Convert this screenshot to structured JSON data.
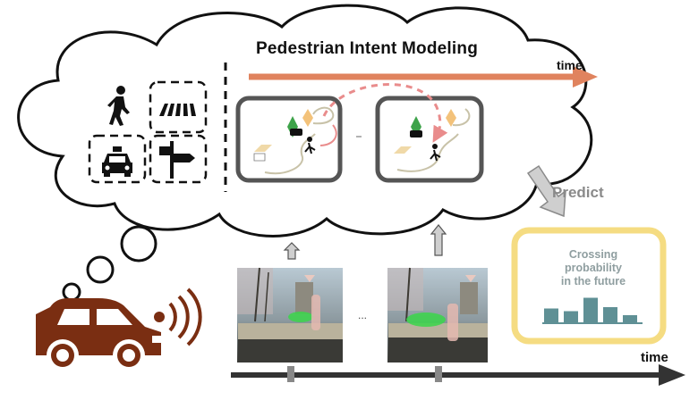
{
  "title": "Pedestrian Intent Modeling",
  "time_label_top": "time",
  "time_label_bottom": "time",
  "predict_label": "Predict",
  "ellipsis": "...",
  "result_box": {
    "text_line1": "Crossing",
    "text_line2": "probability",
    "text_line3": "in the future",
    "bar_levels": [
      0.55,
      0.45,
      0.95,
      0.6,
      0.3
    ]
  },
  "colors": {
    "time_arrow": "#e0835e",
    "bottom_axis": "#333333",
    "car": "#7a2e12",
    "result_border": "#f5dc82",
    "bars": "#5f9095",
    "frame_border": "#555555",
    "predict_arrow": "#bdbdbd",
    "dashed_link": "#e98c8c"
  },
  "icons": [
    "pedestrian-icon",
    "crosswalk-icon",
    "taxi-icon",
    "signpost-icon",
    "car-icon",
    "signal-waves-icon"
  ]
}
